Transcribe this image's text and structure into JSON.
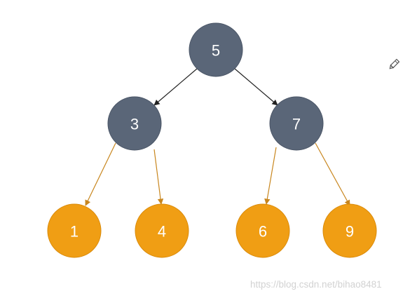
{
  "colors": {
    "internal_node": "#5a6678",
    "internal_stroke": "#4a5566",
    "leaf_node": "#f09e14",
    "leaf_stroke": "#d98a0a",
    "edge_internal": "#222222",
    "edge_leaf": "#c8861e",
    "pencil": "#555555"
  },
  "tree": {
    "root": {
      "label": "5"
    },
    "left": {
      "label": "3"
    },
    "right": {
      "label": "7"
    },
    "leaves": [
      {
        "label": "1"
      },
      {
        "label": "4"
      },
      {
        "label": "6"
      },
      {
        "label": "9"
      }
    ]
  },
  "icons": {
    "pencil": "pencil-icon"
  },
  "watermark": {
    "text": "https://blog.csdn.net/bihao8481"
  }
}
